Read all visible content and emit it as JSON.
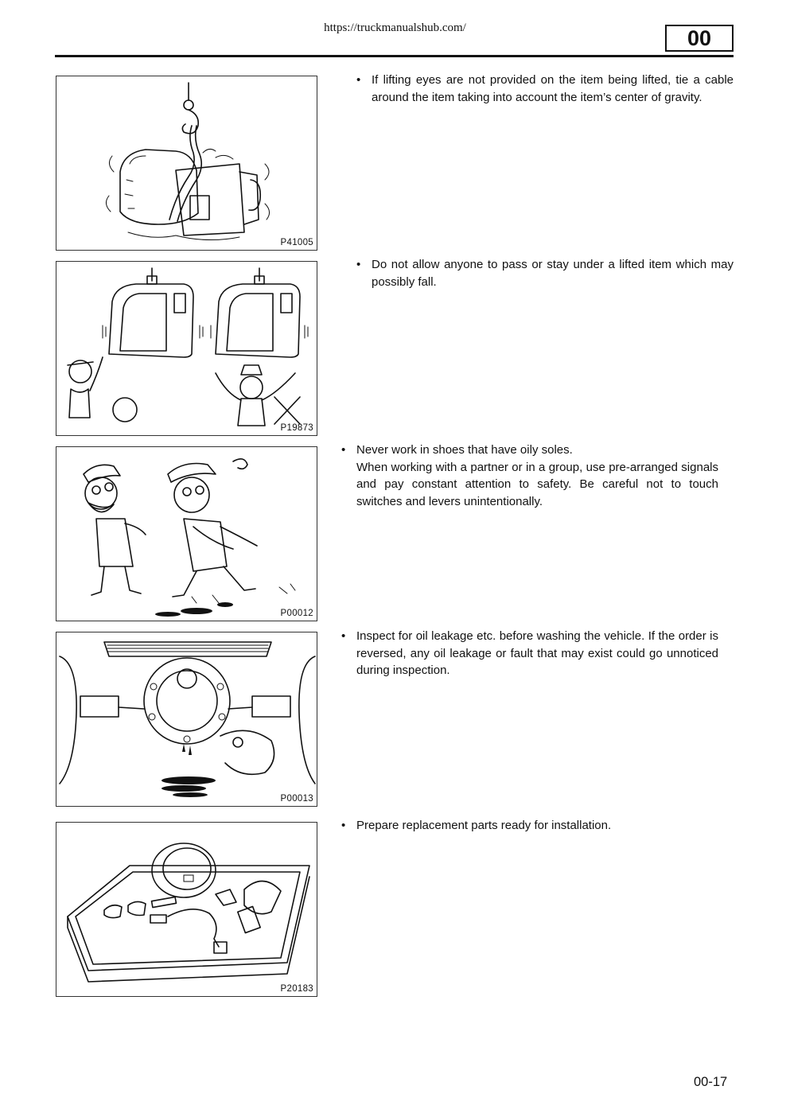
{
  "header": {
    "url": "https://truckmanualshub.com/",
    "section": "00"
  },
  "figures": [
    {
      "code": "P41005",
      "icon": "lifted-transmission-illustration"
    },
    {
      "code": "P19873",
      "icon": "lifted-cab-safety-illustration"
    },
    {
      "code": "P00012",
      "icon": "oily-shoes-illustration"
    },
    {
      "code": "P00013",
      "icon": "oil-leak-inspection-illustration"
    },
    {
      "code": "P20183",
      "icon": "replacement-parts-tray-illustration"
    }
  ],
  "notes": [
    {
      "bullet": "•",
      "lines": [
        "If lifting eyes are not provided on the item being lifted, tie a cable around the item taking into account the item’s center of gravity."
      ]
    },
    {
      "bullet": "•",
      "lines": [
        "Do not allow anyone to pass or stay under a lifted item which may possibly fall."
      ]
    },
    {
      "bullet": "•",
      "lines": [
        "Never work in shoes that have oily soles.",
        "When working with a partner or in a group, use pre-arranged signals and pay constant attention to safety. Be careful not to touch switches and levers unintentionally."
      ]
    },
    {
      "bullet": "•",
      "lines": [
        "Inspect for oil leakage etc. before washing the vehicle. If the order is reversed, any oil leakage or fault that may exist could go unnoticed during inspection."
      ]
    },
    {
      "bullet": "•",
      "lines": [
        "Prepare replacement parts ready for installation."
      ]
    }
  ],
  "footer": {
    "page_number": "00-17"
  }
}
